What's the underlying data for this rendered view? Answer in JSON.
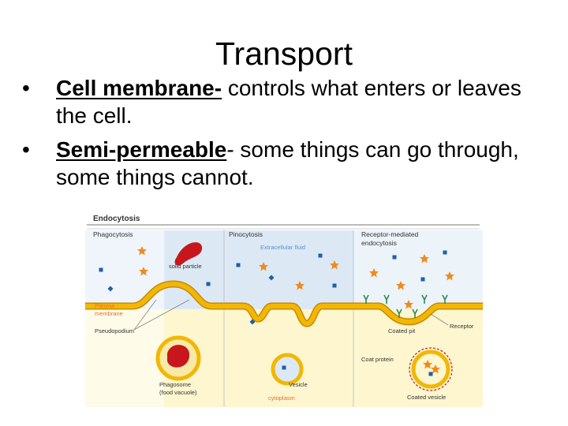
{
  "slide": {
    "title": "Transport",
    "bullets": [
      {
        "term": "Cell membrane-",
        "text": " controls what enters or leaves the cell."
      },
      {
        "term": "Semi-permeable",
        "text": "- some things can go through, some things cannot."
      }
    ]
  },
  "figure": {
    "heading": "Endocytosis",
    "panels": [
      "Phagocytosis",
      "Pinocytosis",
      "Receptor-mediated",
      "endocytosis"
    ],
    "labels": {
      "extracellular": "Extracellular fluid",
      "solid_particle": "solid particle",
      "plasma_1": "Plasma",
      "plasma_2": "membrane",
      "pseudopodium": "Pseudopodium",
      "phagosome": "Phagosome",
      "food_vacuole": "(food vacuole)",
      "vesicle": "Vesicle",
      "cytoplasm": "cytoplasm",
      "coated_pit": "Coated pit",
      "receptor": "Receptor",
      "coat_protein": "Coat protein",
      "coated_vesicle": "Coated vesicle"
    },
    "colors": {
      "membrane": "#f2b705",
      "extracellular": "#dce9f5",
      "cytoplasm": "#fdf6cf",
      "particle": "#c8161d",
      "star": "#f08a1c",
      "dot": "#1f5fa8",
      "receptor": "#2e8b57",
      "accent_text": "#e8702a"
    }
  }
}
